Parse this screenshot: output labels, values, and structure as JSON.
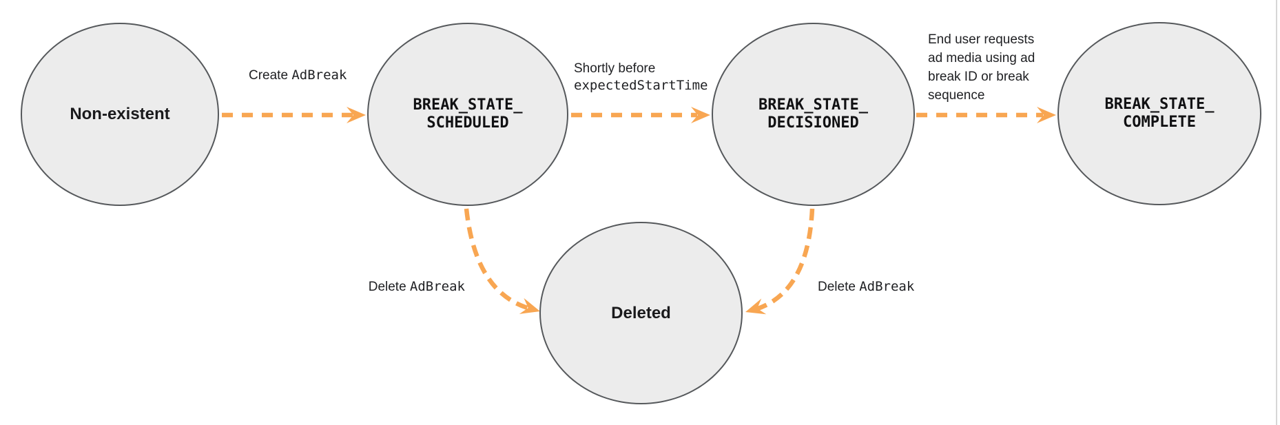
{
  "diagram": {
    "kind": "ad-break-state-diagram",
    "states": [
      {
        "id": "non-existent",
        "label": "Non-existent"
      },
      {
        "id": "break-state-scheduled",
        "line1": "BREAK_STATE_",
        "line2": "SCHEDULED"
      },
      {
        "id": "break-state-decisioned",
        "line1": "BREAK_STATE_",
        "line2": "DECISIONED"
      },
      {
        "id": "break-state-complete",
        "line1": "BREAK_STATE_",
        "line2": "COMPLETE"
      },
      {
        "id": "deleted",
        "label": "Deleted"
      }
    ],
    "transitions": [
      {
        "from": "Non-existent",
        "to": "BREAK_STATE_SCHEDULED",
        "label_prefix": "Create ",
        "label_code": "AdBreak"
      },
      {
        "from": "BREAK_STATE_SCHEDULED",
        "to": "BREAK_STATE_DECISIONED",
        "label_line1": "Shortly before",
        "label_code": "expectedStartTime"
      },
      {
        "from": "BREAK_STATE_DECISIONED",
        "to": "BREAK_STATE_COMPLETE",
        "label": "End user requests\nad media using ad\nbreak ID or break\nsequence"
      },
      {
        "from": "BREAK_STATE_SCHEDULED",
        "to": "Deleted",
        "label_prefix": "Delete ",
        "label_code": "AdBreak"
      },
      {
        "from": "BREAK_STATE_DECISIONED",
        "to": "Deleted",
        "label_prefix": "Delete ",
        "label_code": "AdBreak"
      }
    ],
    "colors": {
      "arrow": "#F8A652",
      "node_fill": "#ececec",
      "node_stroke": "#55585b",
      "text": "#202124",
      "divider": "#d6d6d6"
    }
  }
}
